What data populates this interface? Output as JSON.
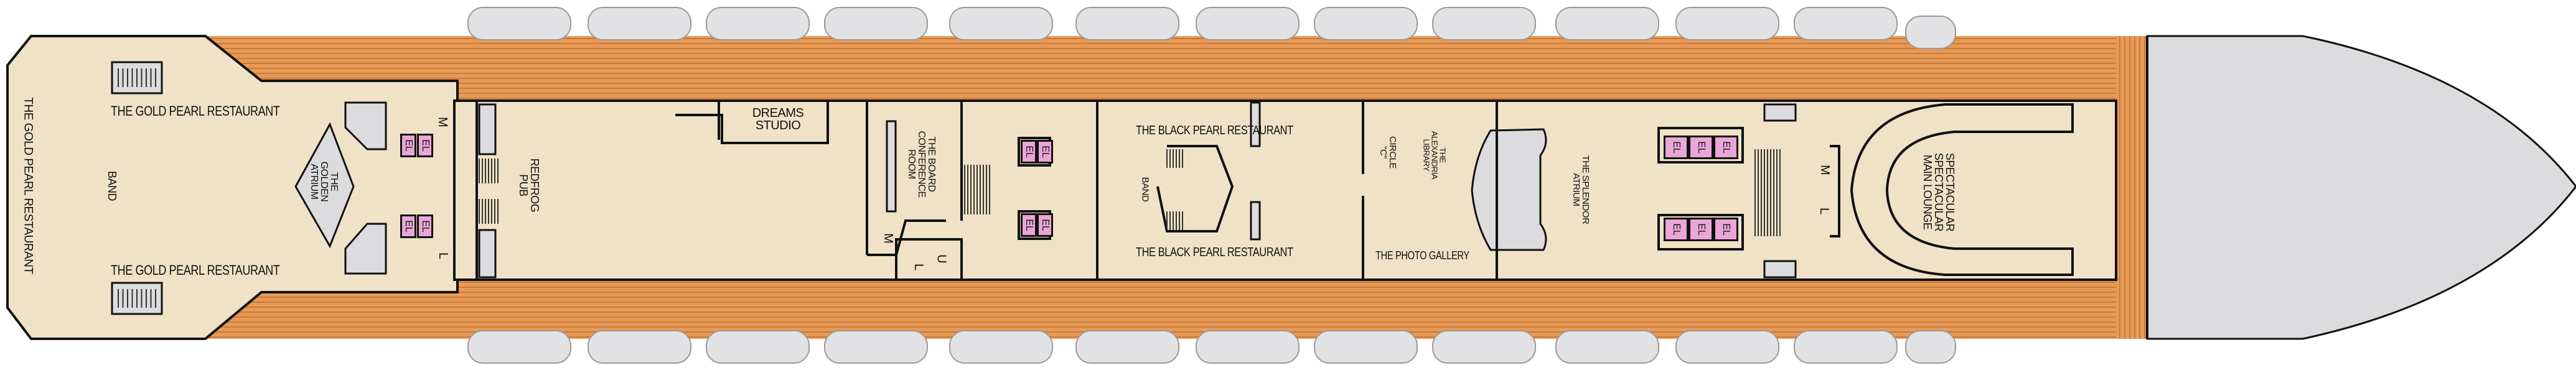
{
  "deck_plan": {
    "labels": {
      "gold_pearl_top": "THE GOLD PEARL RESTAURANT",
      "gold_pearl_bottom": "THE GOLD PEARL RESTAURANT",
      "gold_pearl_side": "THE GOLD PEARL RESTAURANT",
      "band_stern": "BAND",
      "golden_atrium": "THE\nGOLDEN\nATRIUM",
      "redfrog_pub": "REDFROG\nPUB",
      "dreams_studio": "DREAMS\nSTUDIO",
      "conference_room": "THE BOARD\nCONFERENCE\nROOM",
      "black_pearl_top": "THE BLACK PEARL RESTAURANT",
      "black_pearl_bottom": "THE BLACK PEARL RESTAURANT",
      "band_black": "BAND",
      "circle_c": "CIRCLE\n\"C\"",
      "library": "THE\nALEXANDRIA\nLIBRARY",
      "photo_gallery": "THE PHOTO GALLERY",
      "splendor_atrium": "THE SPLENDOR\nATRIUM",
      "spectacular": "SPECTACULAR\nSPECTACULAR\nMAIN LOUNGE"
    },
    "restrooms": {
      "men": "M",
      "ladies": "L",
      "unisex": "U"
    },
    "elevator": "EL",
    "colors": {
      "interior": "#f0e2c6",
      "deck": "#e79a55",
      "deck_stripe": "#c97b3c",
      "service": "#dcdcde",
      "elevator": "#e9a6d6",
      "lifeboat": "#e2e2e4",
      "wall": "#111111"
    }
  }
}
